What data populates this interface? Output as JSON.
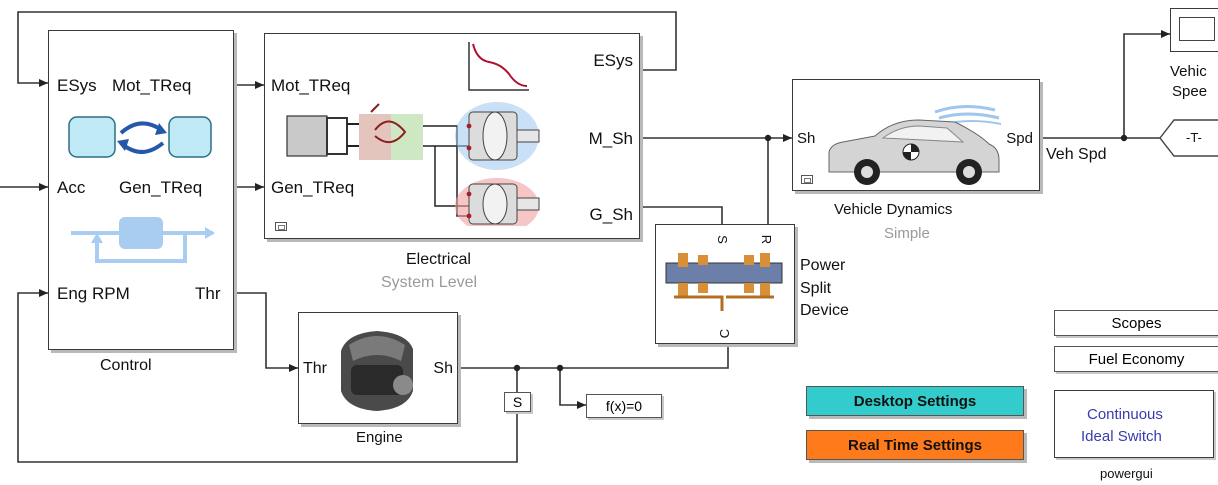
{
  "control": {
    "ports_in": [
      "ESys",
      "Acc",
      "Eng RPM"
    ],
    "ports_out": [
      "Mot_TReq",
      "Gen_TReq",
      "Thr"
    ],
    "caption": "Control"
  },
  "electrical": {
    "ports_in": [
      "Mot_TReq",
      "Gen_TReq"
    ],
    "ports_out": [
      "ESys",
      "M_Sh",
      "G_Sh"
    ],
    "caption": "Electrical",
    "subcaption": "System Level"
  },
  "vehicle": {
    "port_in": "Sh",
    "port_out": "Spd",
    "caption": "Vehicle Dynamics",
    "subcaption": "Simple"
  },
  "wire_label": "Veh Spd",
  "psd": {
    "ports": [
      "S",
      "R",
      "C"
    ],
    "caption": [
      "Power",
      "Split",
      "Device"
    ]
  },
  "engine": {
    "port_in": "Thr",
    "port_out": "Sh",
    "caption": "Engine"
  },
  "s_block": "S",
  "fx_block": "f(x)=0",
  "scope_block": {
    "caption": [
      "Vehic",
      "Spee"
    ]
  },
  "goto_block": "-T-",
  "scopes_label": "Scopes",
  "fuel_label": "Fuel Economy",
  "desktop_settings": "Desktop Settings",
  "realtime_settings": "Real Time Settings",
  "powergui": {
    "text": [
      "Continuous",
      "Ideal Switch"
    ],
    "caption": "powergui"
  },
  "colors": {
    "desktop_btn": "#33cccc",
    "realtime_btn": "#ff7a1a",
    "powergui_text": "#3a3ab0",
    "subcaption": "#9a9a9a"
  }
}
